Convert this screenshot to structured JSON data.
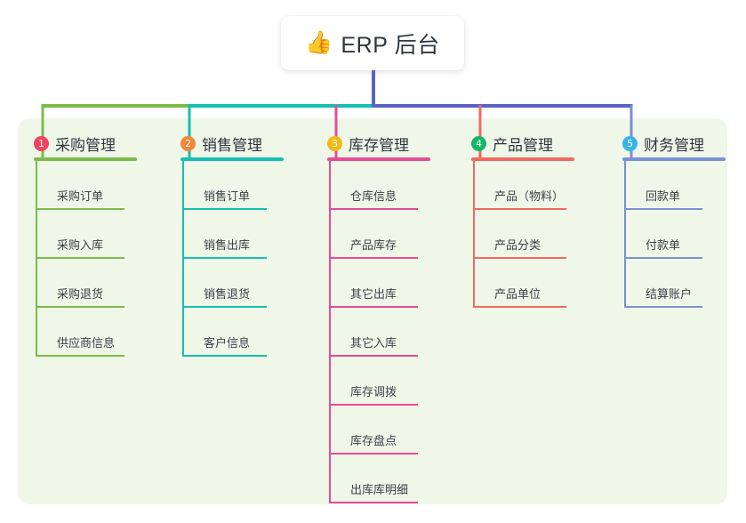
{
  "root": {
    "icon": "thumbs-up-emoji",
    "emoji": "👍",
    "title": "ERP 后台"
  },
  "palette": {
    "panel_background": "#eff7e9",
    "page_background": "#ffffff",
    "trunk": "#5a62c4",
    "text": "#2f3640"
  },
  "columns": [
    {
      "number": "1",
      "title": "采购管理",
      "badge_color": "#f1425f",
      "line_color": "#7cbb4a",
      "items": [
        "采购订单",
        "采购入库",
        "采购退货",
        "供应商信息"
      ]
    },
    {
      "number": "2",
      "title": "销售管理",
      "badge_color": "#f58634",
      "line_color": "#16bfae",
      "items": [
        "销售订单",
        "销售出库",
        "销售退货",
        "客户信息"
      ]
    },
    {
      "number": "3",
      "title": "库存管理",
      "badge_color": "#f5b912",
      "line_color": "#e94b96",
      "items": [
        "仓库信息",
        "产品库存",
        "其它出库",
        "其它入库",
        "库存调拨",
        "库存盘点",
        "出库库明细"
      ]
    },
    {
      "number": "4",
      "title": "产品管理",
      "badge_color": "#17b667",
      "line_color": "#f4685f",
      "items": [
        "产品（物料）",
        "产品分类",
        "产品单位"
      ]
    },
    {
      "number": "5",
      "title": "财务管理",
      "badge_color": "#35b4e8",
      "line_color": "#7b8fd4",
      "items": [
        "回款单",
        "付款单",
        "结算账户"
      ]
    }
  ]
}
